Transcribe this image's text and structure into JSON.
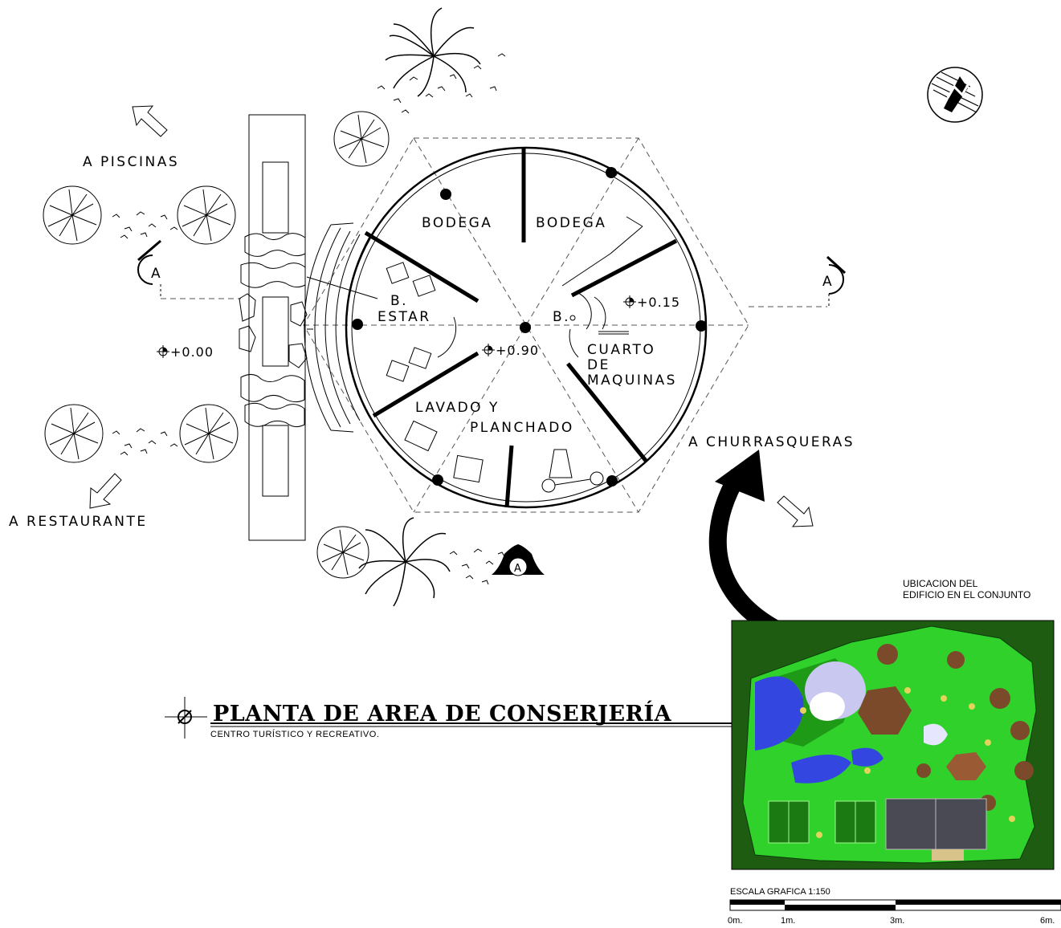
{
  "directions": {
    "piscinas": "A PISCINAS",
    "restaurante": "A RESTAURANTE",
    "churrasqueras": "A CHURRASQUERAS"
  },
  "rooms": {
    "bodega_left": "BODEGA",
    "bodega_right": "BODEGA",
    "estar_line1": "B.",
    "estar_line2": "ESTAR",
    "bano": "B.",
    "cuarto_line1": "CUARTO",
    "cuarto_line2": "DE",
    "cuarto_line3": "MAQUINAS",
    "lavado_line1": "LAVADO Y",
    "lavado_line2": "PLANCHADO"
  },
  "levels": {
    "outside": "+0.00",
    "center": "+0.90",
    "machine": "+0.15"
  },
  "section_marker": "A",
  "location_caption": {
    "line1": "UBICACION DEL",
    "line2": "EDIFICIO EN EL CONJUNTO"
  },
  "title": {
    "main": "PLANTA DE AREA DE CONSERJERÍA",
    "sub": "CENTRO TURÍSTICO Y RECREATIVO."
  },
  "scale_bar": {
    "title": "ESCALA GRAFICA 1:150",
    "ticks": [
      "0m.",
      "1m.",
      "3m.",
      "6m."
    ]
  },
  "colors": {
    "site_background": "#1e5c12",
    "site_green": "#2fd12a",
    "pool_blue": "#3347e0",
    "tree_brown": "#7a4a2a"
  }
}
